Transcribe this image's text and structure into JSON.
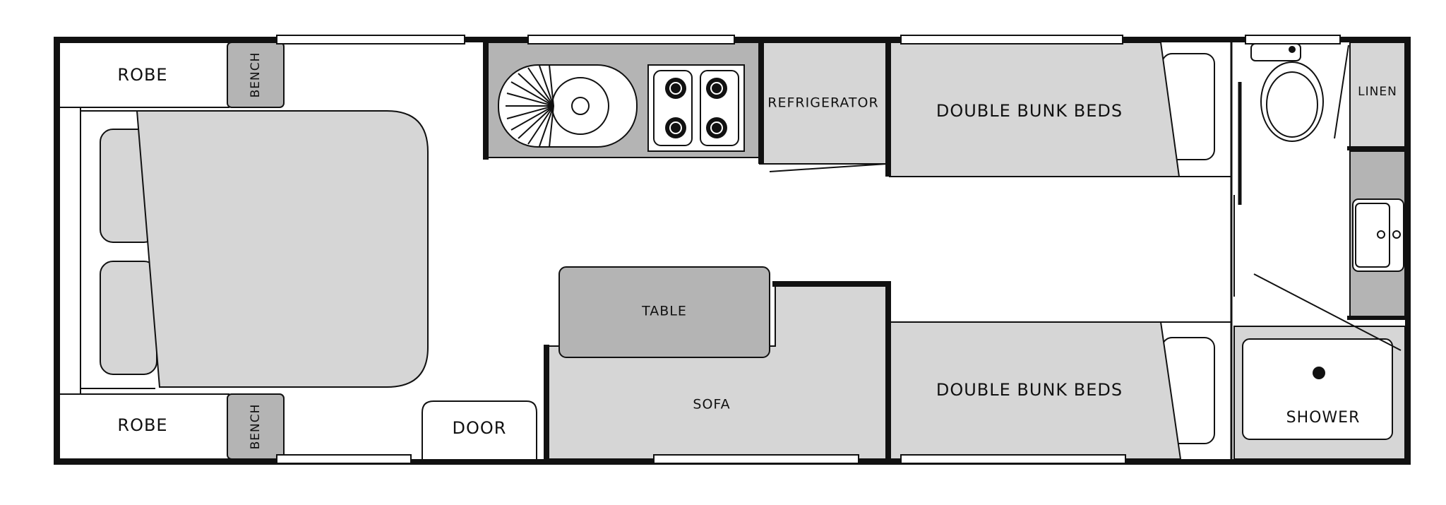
{
  "colors": {
    "wall": "#111111",
    "furniture": "#d6d6d6",
    "furniture_dark": "#b4b4b4",
    "background": "#ffffff"
  },
  "labels": {
    "robe_top": "ROBE",
    "robe_bottom": "ROBE",
    "bench_top": "BENCH",
    "bench_bottom": "BENCH",
    "refrigerator": "REFRIGERATOR",
    "bunk_top": "DOUBLE BUNK BEDS",
    "bunk_bottom": "DOUBLE BUNK BEDS",
    "linen": "LINEN",
    "table": "TABLE",
    "sofa": "SOFA",
    "door": "DOOR",
    "shower": "SHOWER"
  }
}
